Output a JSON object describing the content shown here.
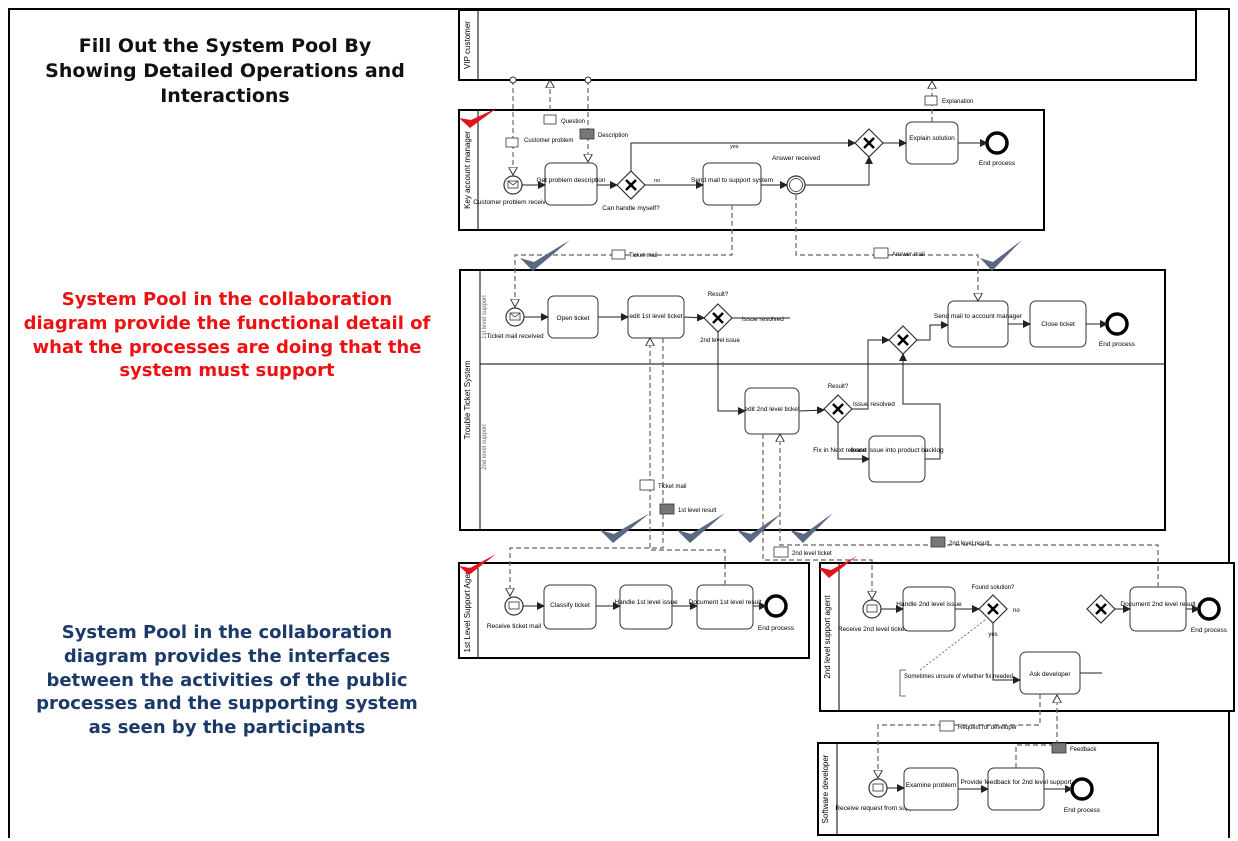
{
  "headings": {
    "top": "Fill Out the System Pool By Showing Detailed Operations and Interactions",
    "middle": "System Pool in the collaboration diagram provide the functional detail of what the processes are doing that the system must support",
    "bottom": "System Pool in the collaboration diagram provides the interfaces between the activities of the public processes and the supporting system as seen by the participants"
  },
  "pools": {
    "customer": "VIP customer",
    "kam": "Key account manager",
    "tts": "Trouble Ticket System",
    "tts_lane_top": "1st level support",
    "tts_lane_bottom": "2nd level support",
    "first": "1st Level Support Agent",
    "second": "2nd level support agent",
    "dev": "Software developer"
  },
  "kam": {
    "start": "Customer problem received",
    "get_problem": "Get problem description",
    "gateway": "Can handle myself?",
    "send_mail": "Send mail to support system",
    "answer": "Answer received",
    "explain": "Explain solution",
    "end": "End process",
    "yes": "yes",
    "no": "no"
  },
  "tts": {
    "start": "Ticket mail received",
    "open": "Open ticket",
    "edit1": "edit 1st level ticket",
    "result1": "Result?",
    "resolved1": "Issue resolved",
    "second_issue": "2nd level issue",
    "send_mail": "Send mail to account manager",
    "close": "Close ticket",
    "end": "End process",
    "edit2": "edit 2nd level ticket",
    "result2": "Result?",
    "resolved2": "Issue resolved",
    "fix": "Fix in Next release",
    "backlog": "Insert issue into product backlog"
  },
  "first": {
    "start": "Receive ticket mail",
    "classify": "Classify ticket",
    "handle": "Handle 1st level issue",
    "document": "Document 1st level result",
    "end": "End process"
  },
  "second": {
    "start": "Receive 2nd level ticket",
    "handle": "Handle 2nd level issue",
    "gateway": "Found solution?",
    "no": "no",
    "yes": "yes",
    "annotation": "Sometimes unsure of whether fix needed",
    "ask": "Ask developer",
    "document": "Document 2nd level result",
    "end": "End process"
  },
  "dev": {
    "start": "Receive request from support",
    "examine": "Examine problem",
    "feedback": "Provide feedback for 2nd level support",
    "end": "End process"
  },
  "messages": {
    "explain": "Explanation",
    "question": "Question",
    "describe": "Description",
    "customer_problem": "Customer problem",
    "ticket_mail": "Ticket mail",
    "answer_mail": "Answer mail",
    "ticket_mail2": "Ticket mail",
    "result1": "1st level result",
    "ticket2": "2nd level ticket",
    "result2": "2nd level result",
    "dev_request": "Request for developer",
    "feedback": "Feedback"
  },
  "colors": {
    "red_heading": "#ee1111",
    "navy_heading": "#1c3a68",
    "red_check": "#e0141e",
    "blue_check": "#5a6880"
  }
}
